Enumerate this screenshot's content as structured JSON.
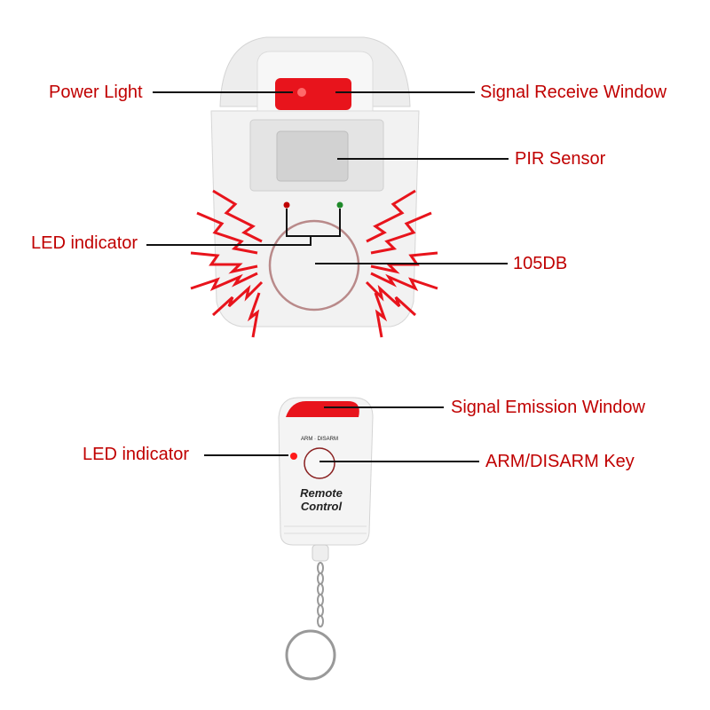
{
  "labels": {
    "power_light": "Power Light",
    "signal_receive_window": "Signal Receive Window",
    "pir_sensor": "PIR Sensor",
    "led_indicator_sensor": "LED indicator",
    "decibel": "105DB",
    "signal_emission_window": "Signal Emission Window",
    "led_indicator_remote": "LED indicator",
    "arm_disarm_key": "ARM/DISARM Key"
  },
  "remote": {
    "key_caption": "ARM · DISARM",
    "name_line1": "Remote",
    "name_line2": "Control"
  },
  "colors": {
    "label": "#c00000",
    "accent_red": "#e8141c"
  }
}
